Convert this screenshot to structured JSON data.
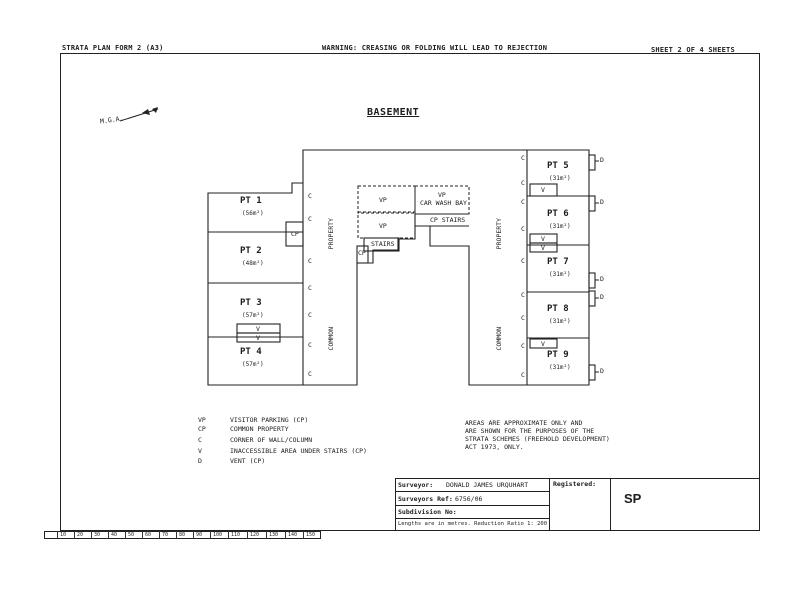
{
  "header": {
    "form_label": "STRATA PLAN FORM 2  (A3)",
    "warning": "WARNING: CREASING OR FOLDING WILL LEAD TO REJECTION",
    "sheet": "SHEET  2  OF  4  SHEETS"
  },
  "plan": {
    "title": "BASEMENT",
    "north_label": "M.G.A.",
    "lots": [
      {
        "label": "PT 1",
        "area": "(56m²)"
      },
      {
        "label": "PT 2",
        "area": "(48m²)"
      },
      {
        "label": "PT 3",
        "area": "(57m²)"
      },
      {
        "label": "PT 4",
        "area": "(57m²)"
      },
      {
        "label": "PT 5",
        "area": "(31m²)"
      },
      {
        "label": "PT 6",
        "area": "(31m²)"
      },
      {
        "label": "PT 7",
        "area": "(31m²)"
      },
      {
        "label": "PT 8",
        "area": "(31m²)"
      },
      {
        "label": "PT 9",
        "area": "(31m²)"
      }
    ],
    "labels": {
      "cp": "CP",
      "vp": "VP",
      "car_wash_bay": "CAR WASH BAY",
      "stairs": "STAIRS",
      "cp_stairs": "CP  STAIRS",
      "property": "PROPERTY",
      "common": "COMMON",
      "c": "C",
      "v": "V",
      "d": "D"
    }
  },
  "legend": [
    {
      "key": "VP",
      "desc": "VISITOR PARKING (CP)"
    },
    {
      "key": "CP",
      "desc": "COMMON PROPERTY"
    },
    {
      "key": "C",
      "desc": "CORNER OF WALL/COLUMN"
    },
    {
      "key": "V",
      "desc": "INACCESSIBLE AREA UNDER STAIRS (CP)"
    },
    {
      "key": "D",
      "desc": "VENT (CP)"
    }
  ],
  "note": {
    "line1": "AREAS ARE APPROXIMATE ONLY AND",
    "line2": "ARE SHOWN FOR THE PURPOSES OF THE",
    "line3": "STRATA SCHEMES (FREEHOLD DEVELOPMENT)",
    "line4": "ACT 1973, ONLY."
  },
  "title_block": {
    "surveyor_label": "Surveyor:",
    "surveyor_value": "DONALD JAMES URQUHART",
    "ref_label": "Surveyors Ref:",
    "ref_value": "6756/06",
    "subdivision_label": "Subdivision No:",
    "lengths_note": "Lengths are in metres.  Reduction Ratio 1:  200",
    "registered_label": "Registered:",
    "sp": "SP"
  },
  "ruler": [
    "10",
    "20",
    "30",
    "40",
    "50",
    "60",
    "70",
    "80",
    "90",
    "100",
    "110",
    "120",
    "130",
    "140",
    "150"
  ]
}
